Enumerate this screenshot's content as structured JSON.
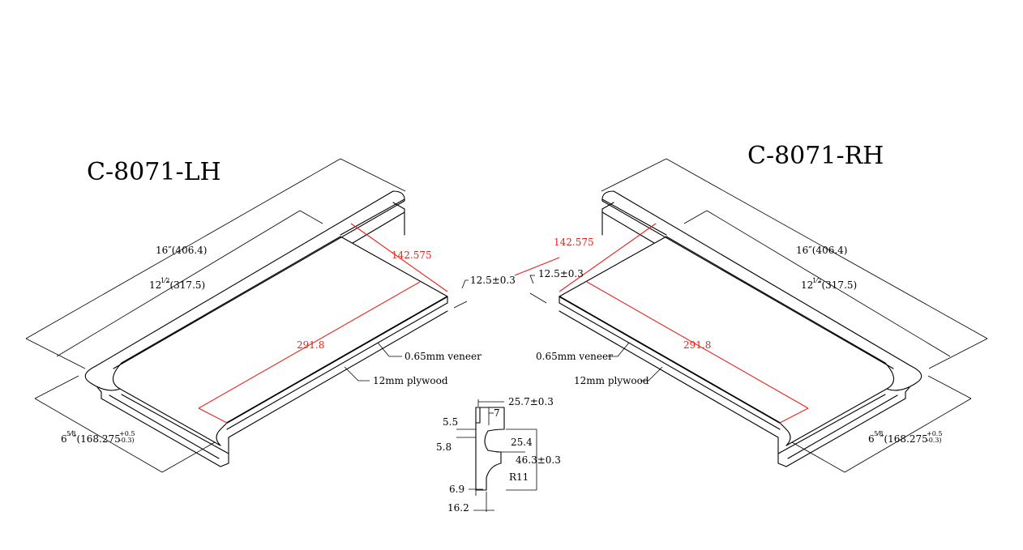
{
  "left_part": {
    "title": "C-8071-LH",
    "dim_length": "16″(406.4)",
    "dim_inner_a": "12",
    "dim_inner_frac": "1⁄2",
    "dim_inner_b": "″(317.5)",
    "dim_depth_a": "6",
    "dim_depth_frac": "5⁄8",
    "dim_depth_b": "″(168.275",
    "dim_depth_tol_plus": "+0.5",
    "dim_depth_tol_minus": "-0.3)",
    "red_diag": "142.575",
    "red_long": "291.8",
    "callout_veneer": "0.65mm veneer",
    "callout_plywood": "12mm plywood",
    "thickness": "12.5±0.3"
  },
  "right_part": {
    "title": "C-8071-RH",
    "dim_length": "16″(406.4)",
    "dim_inner_a": "12",
    "dim_inner_frac": "1⁄2",
    "dim_inner_b": "″(317.5)",
    "dim_depth_a": "6",
    "dim_depth_frac": "5⁄8",
    "dim_depth_b": "″(168.275",
    "dim_depth_tol_plus": "+0.5",
    "dim_depth_tol_minus": "-0.3)",
    "red_diag": "142.575",
    "red_long": "291.8",
    "callout_veneer": "0.65mm veneer",
    "callout_plywood": "12mm plywood",
    "thickness": "12.5±0.3"
  },
  "profile": {
    "top_width": "25.7±0.3",
    "lip": "7",
    "groove_w": "5.5",
    "groove_h": "5.8",
    "inner_h": "25.4",
    "total_h": "46.3±0.3",
    "radius": "R11",
    "bottom_step": "6.9",
    "bottom_w": "16.2"
  },
  "colors": {
    "line": "#000000",
    "dimension_red": "#e8241b",
    "background": "#ffffff"
  }
}
